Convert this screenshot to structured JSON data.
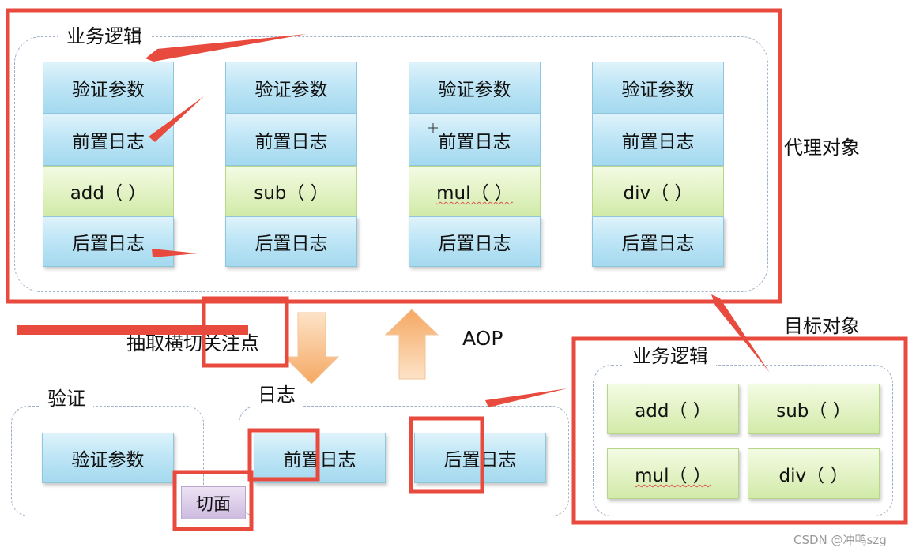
{
  "proxy": {
    "group_label": "业务逻辑",
    "side_label": "代理对象",
    "columns": [
      {
        "rows": [
          "验证参数",
          "前置日志",
          "add（ ）",
          "后置日志"
        ]
      },
      {
        "rows": [
          "验证参数",
          "前置日志",
          "sub（ ）",
          "后置日志"
        ]
      },
      {
        "rows": [
          "验证参数",
          "前置日志",
          "mul（ ）",
          "后置日志"
        ]
      },
      {
        "rows": [
          "验证参数",
          "前置日志",
          "div（ ）",
          "后置日志"
        ]
      }
    ]
  },
  "middle": {
    "extract_label": "抽取横切关注点",
    "aop_label": "AOP"
  },
  "aspects": {
    "validate_group_label": "验证",
    "validate_item": "验证参数",
    "log_group_label": "日志",
    "log_before": "前置日志",
    "log_after": "后置日志",
    "aspect_label": "切面"
  },
  "target": {
    "title": "目标对象",
    "group_label": "业务逻辑",
    "methods": [
      "add（ ）",
      "sub（ ）",
      "mul（ ）",
      "div（ ）"
    ]
  },
  "watermark": "CSDN @冲鸭szg",
  "colors": {
    "highlight_red": "#e84a3d",
    "proxy_blue": "#bfe6f6",
    "method_green": "#e3f3c6",
    "down_arrow": "#f7b57a",
    "aspect_purple": "#d9cbe6"
  }
}
